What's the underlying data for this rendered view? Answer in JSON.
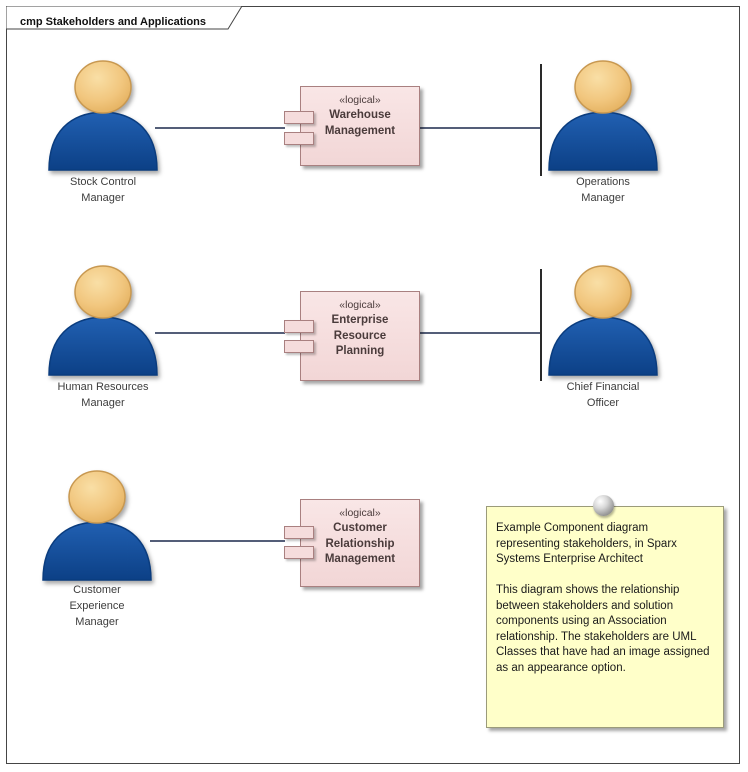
{
  "frame": {
    "label": "cmp Stakeholders and Applications"
  },
  "rows": [
    {
      "left_actor": {
        "label": "Stock Control\nManager"
      },
      "component": {
        "stereotype": "«logical»",
        "name": "Warehouse\nManagement"
      },
      "right_actor": {
        "label": "Operations\nManager"
      }
    },
    {
      "left_actor": {
        "label": "Human Resources\nManager"
      },
      "component": {
        "stereotype": "«logical»",
        "name": "Enterprise\nResource\nPlanning"
      },
      "right_actor": {
        "label": "Chief Financial\nOfficer"
      }
    },
    {
      "left_actor": {
        "label": "Customer\nExperience\nManager"
      },
      "component": {
        "stereotype": "«logical»",
        "name": "Customer\nRelationship\nManagement"
      }
    }
  ],
  "note": {
    "text": "Example Component diagram representing stakeholders, in Sparx Systems Enterprise Architect\n\nThis diagram shows the relationship between stakeholders and solution components using an Association relationship. The stakeholders are UML Classes that have had an image assigned as an appearance option."
  },
  "icons": {
    "person": "person-icon",
    "pin": "pin-sphere-icon"
  },
  "colors": {
    "actor_body": "#0e4c9e",
    "actor_head": "#f1c67e",
    "component_fill": "#f6dede",
    "component_border": "#a98080",
    "note_fill": "#ffffc9",
    "note_border": "#9b9b7a",
    "association_line": "#545e78",
    "frame_border": "#454545"
  }
}
